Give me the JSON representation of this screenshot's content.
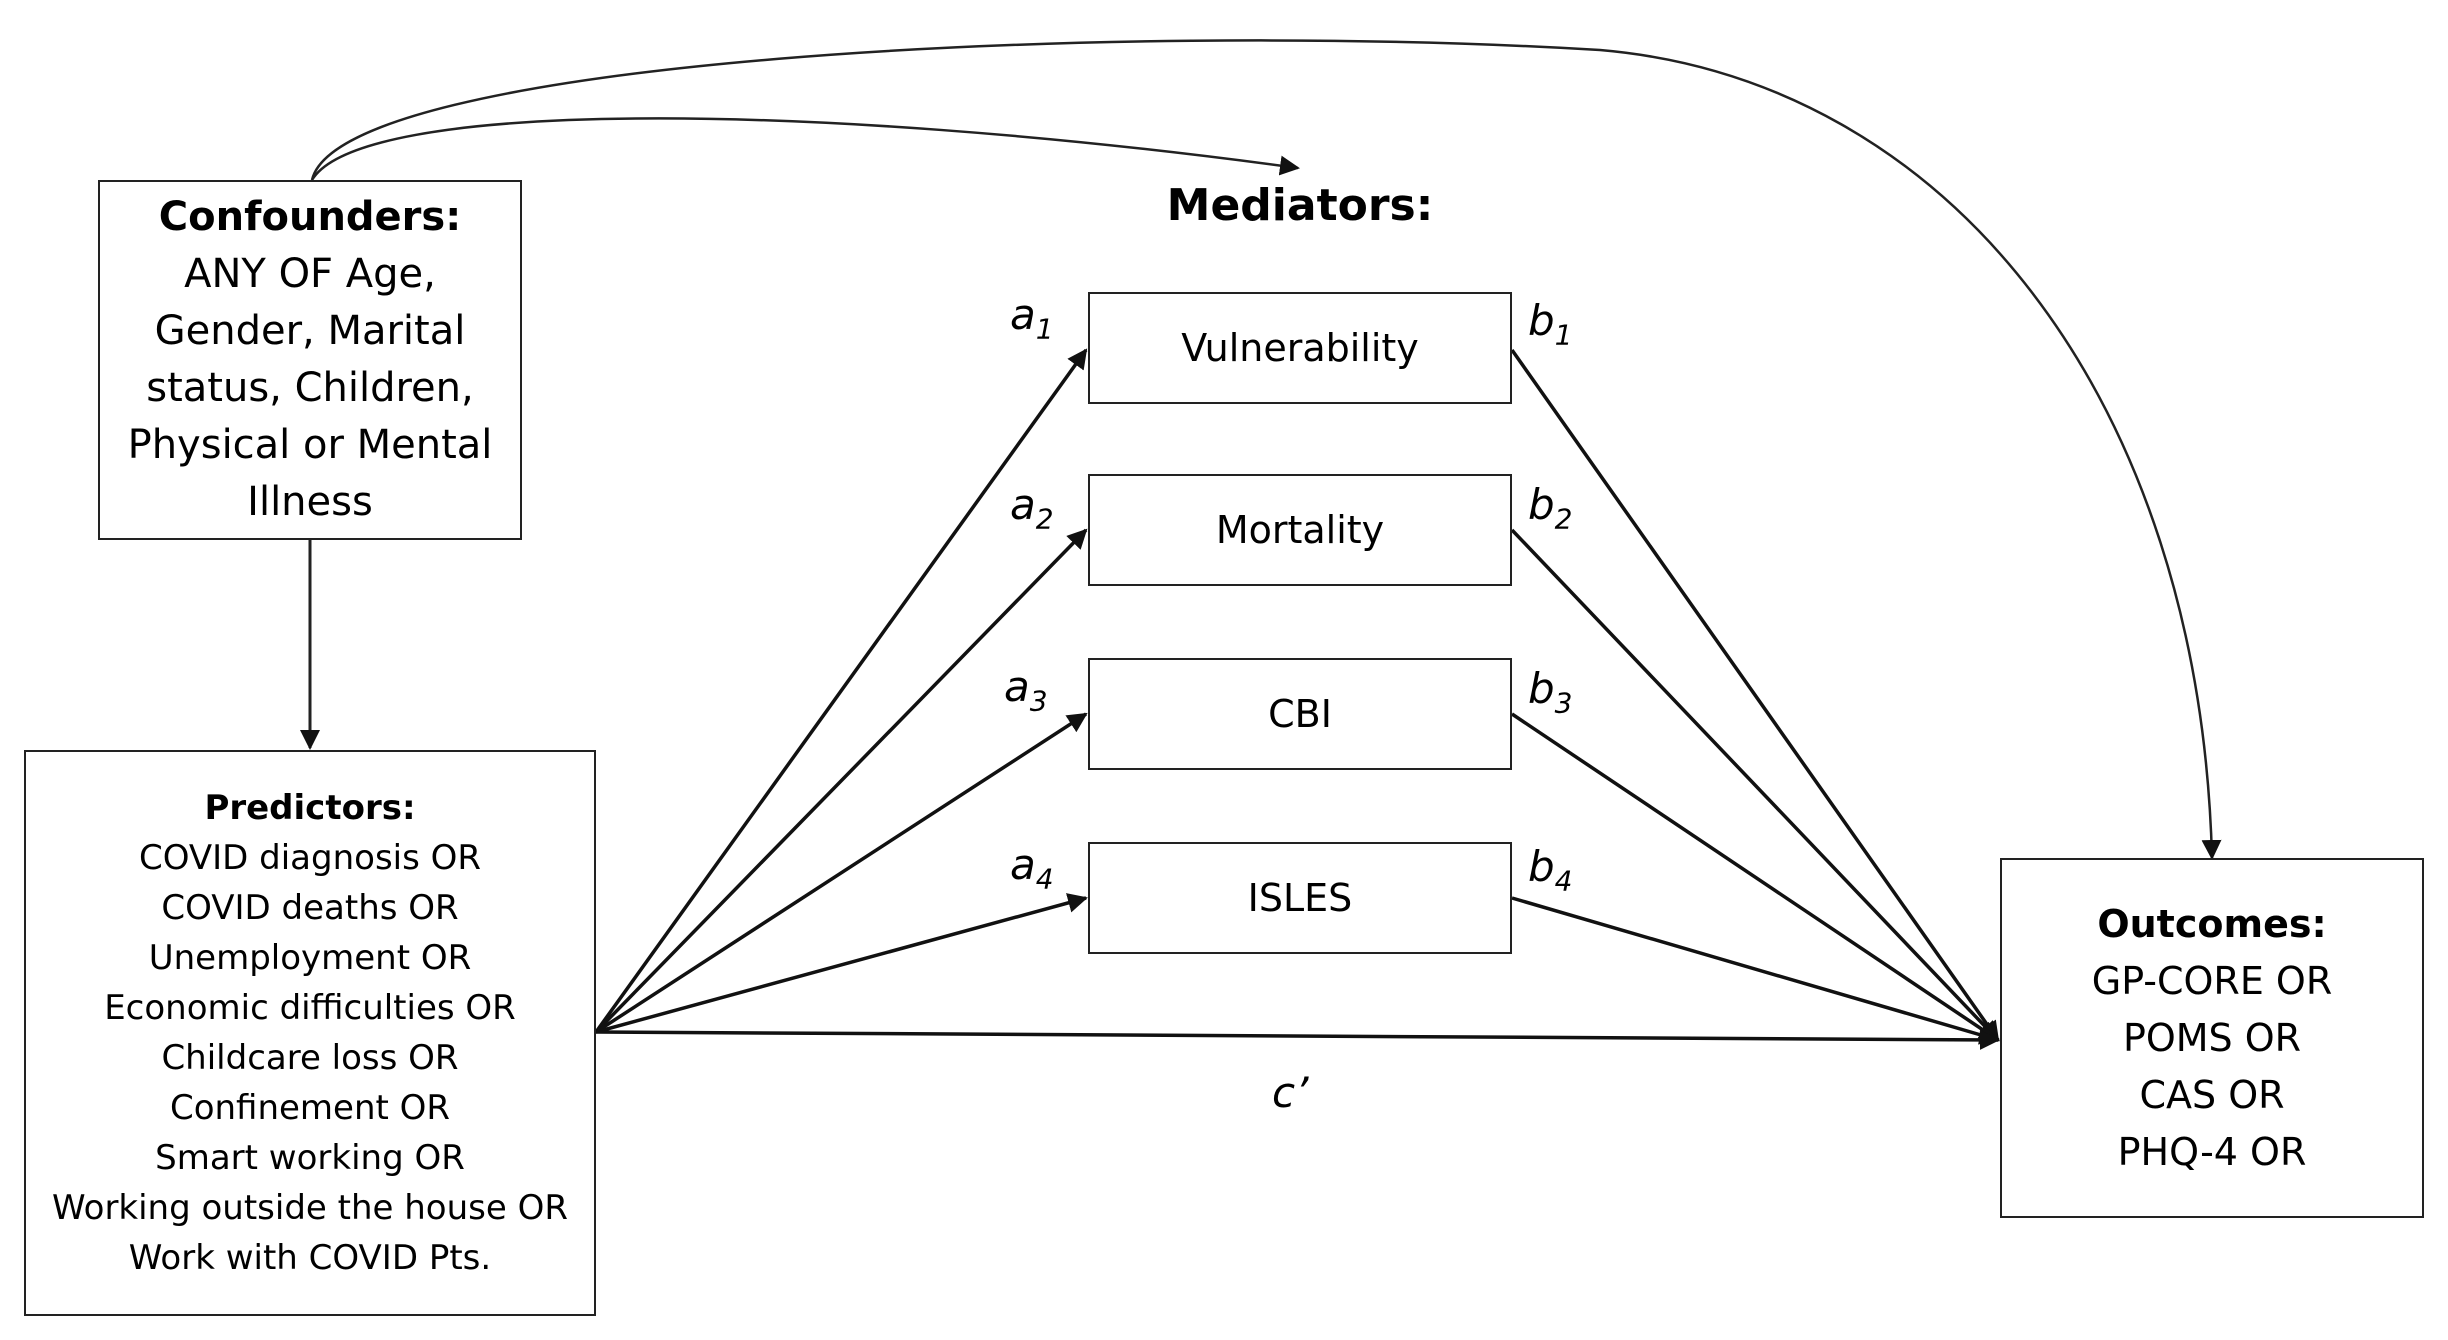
{
  "confounders": {
    "title": "Confounders:",
    "lines": [
      "ANY OF Age,",
      "Gender,  Marital",
      "status, Children,",
      "Physical or Mental",
      "Illness"
    ]
  },
  "predictors": {
    "title": "Predictors:",
    "lines": [
      "COVID diagnosis OR",
      "COVID deaths OR",
      "Unemployment OR",
      "Economic difficulties   OR",
      "Childcare loss OR",
      "Confinement OR",
      "Smart working OR",
      "Working outside the house OR",
      "Work with COVID Pts."
    ]
  },
  "mediators": {
    "title": "Mediators:",
    "items": [
      "Vulnerability",
      "Mortality",
      "CBI",
      "ISLES"
    ]
  },
  "outcomes": {
    "title": "Outcomes:",
    "lines": [
      "GP-CORE  OR",
      "POMS OR",
      "CAS OR",
      "PHQ-4  OR"
    ]
  },
  "paths": {
    "a": [
      {
        "letter": "a",
        "index": "1"
      },
      {
        "letter": "a",
        "index": "2"
      },
      {
        "letter": "a",
        "index": "3"
      },
      {
        "letter": "a",
        "index": "4"
      }
    ],
    "b": [
      {
        "letter": "b",
        "index": "1"
      },
      {
        "letter": "b",
        "index": "2"
      },
      {
        "letter": "b",
        "index": "3"
      },
      {
        "letter": "b",
        "index": "4"
      }
    ],
    "direct": "c’"
  },
  "colors": {
    "stroke": "#222222",
    "text": "#000000",
    "background": "#ffffff"
  }
}
